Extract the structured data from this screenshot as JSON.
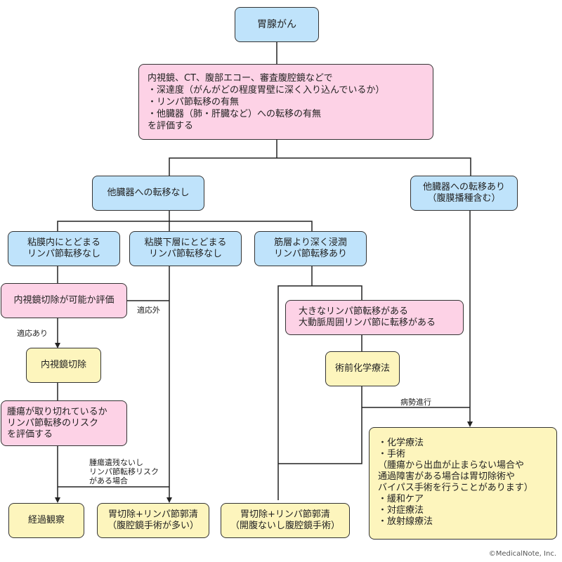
{
  "diagram_title": "胃腺がん",
  "nodes": {
    "root": "胃腺がん",
    "evaluation": "内視鏡、CT、腹部エコー、審査腹腔鏡などで\n・深達度（がんがどの程度胃壁に深く入り込んでいるか）\n・リンパ節転移の有無\n・他臓器（肺・肝臓など）への転移の有無\nを評価する",
    "no_metastasis": "他臓器への転移なし",
    "metastasis": "他臓器への転移あり\n（腹膜播種含む）",
    "mucosa": "粘膜内にとどまる\nリンパ節転移なし",
    "submucosa": "粘膜下層にとどまる\nリンパ節転移なし",
    "muscle": "筋層より深く浸潤\nリンパ節転移あり",
    "endoscopic_eval": "内視鏡切除が可能か評価",
    "large_lymph": "大きなリンパ節転移がある\n大動脈周囲リンパ節に転移がある",
    "endoscopic_resection": "内視鏡切除",
    "neoadjuvant": "術前化学療法",
    "residual_eval": "腫瘍が取り切れているか\nリンパ節転移のリスク\nを評価する",
    "observation": "経過観察",
    "gastrectomy_lap": "胃切除+リンパ節郭清\n（腹腔鏡手術が多い）",
    "gastrectomy_open": "胃切除+リンパ節郭清\n（開腹ないし腹腔鏡手術）"
  },
  "treatment_list": [
    "・化学療法",
    "・手術",
    "（腫瘍から出血が止まらない場合や\n通過障害がある場合は胃切除術や\nバイパス手術を行うことがあります）",
    "・緩和ケア",
    "・対症療法",
    "・放射線療法"
  ],
  "edge_labels": {
    "not_indicated": "適応外",
    "indicated": "適応あり",
    "residual_risk": "腫瘍遺残ないし\nリンパ節転移リスク\nがある場合",
    "progression": "病勢進行"
  },
  "copyright": "©MedicalNote, Inc.",
  "colors": {
    "blue_node": "#bfe3fb",
    "pink_node": "#fdd2e6",
    "yellow_node": "#fdf5bd",
    "line": "#222222"
  }
}
